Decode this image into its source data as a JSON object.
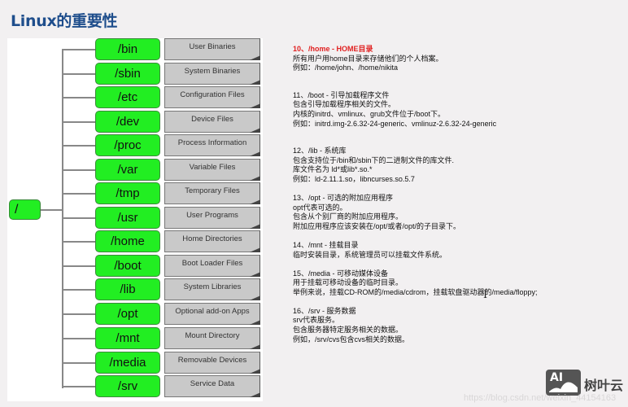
{
  "title": "Linux的重要性",
  "tree": {
    "root": "/",
    "dirs": [
      {
        "name": "/bin",
        "desc": "User Binaries"
      },
      {
        "name": "/sbin",
        "desc": "System Binaries"
      },
      {
        "name": "/etc",
        "desc": "Configuration Files"
      },
      {
        "name": "/dev",
        "desc": "Device Files"
      },
      {
        "name": "/proc",
        "desc": "Process Information"
      },
      {
        "name": "/var",
        "desc": "Variable Files"
      },
      {
        "name": "/tmp",
        "desc": "Temporary Files"
      },
      {
        "name": "/usr",
        "desc": "User Programs"
      },
      {
        "name": "/home",
        "desc": "Home Directories"
      },
      {
        "name": "/boot",
        "desc": "Boot Loader Files"
      },
      {
        "name": "/lib",
        "desc": "System Libraries"
      },
      {
        "name": "/opt",
        "desc": "Optional add-on Apps"
      },
      {
        "name": "/mnt",
        "desc": "Mount Directory"
      },
      {
        "name": "/media",
        "desc": "Removable Devices"
      },
      {
        "name": "/srv",
        "desc": "Service Data"
      }
    ]
  },
  "notes": [
    {
      "heading": "10、/home - HOME目录",
      "lines": [
        "所有用户用home目录来存储他们的个人档案。",
        "例如：/home/john、/home/nikita"
      ],
      "highlight": true
    },
    {
      "heading": "11、/boot - 引导加载程序文件",
      "lines": [
        "包含引导加载程序相关的文件。",
        "内核的initrd、vmlinux、grub文件位于/boot下。",
        "例如：initrd.img-2.6.32-24-generic、vmlinuz-2.6.32-24-generic"
      ]
    },
    {
      "heading": "12、/lib - 系统库",
      "lines": [
        "包含支持位于/bin和/sbin下的二进制文件的库文件.",
        "库文件名为 ld*或lib*.so.*",
        "例如：ld-2.11.1.so，libncurses.so.5.7"
      ]
    },
    {
      "heading": "13、/opt - 可选的附加应用程序",
      "lines": [
        "opt代表可选的。",
        "包含从个别厂商的附加应用程序。",
        "附加应用程序应该安装在/opt/或者/opt/的子目录下。"
      ]
    },
    {
      "heading": "14、/mnt - 挂载目录",
      "lines": [
        "临时安装目录，系统管理员可以挂载文件系统。"
      ]
    },
    {
      "heading": "15、/media - 可移动媒体设备",
      "lines": [
        "用于挂载可移动设备的临时目录。",
        "举例来说，挂载CD-ROM的/media/cdrom，挂载软盘驱动器的/media/floppy;"
      ]
    },
    {
      "heading": "16、/srv - 服务数据",
      "lines": [
        "srv代表服务。",
        "包含服务器特定服务相关的数据。",
        "例如，/srv/cvs包含cvs相关的数据。"
      ]
    }
  ],
  "watermark": {
    "logo_text": "AI",
    "brand": "树叶云",
    "url": "https://blog.csdn.net/weixin_44154163"
  },
  "colors": {
    "title": "#1f4e8c",
    "dir_box": "#22ee22",
    "desc_box": "#c9c9c9",
    "highlight": "#e02020"
  }
}
